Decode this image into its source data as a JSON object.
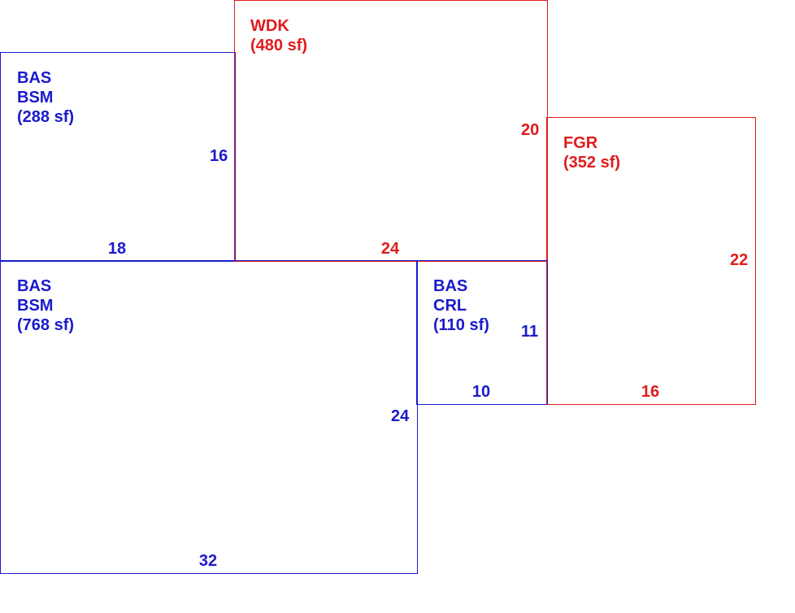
{
  "colors": {
    "living": "#1a1acc",
    "addition": "#e01b1b"
  },
  "areas": {
    "bas_bsm_upper": {
      "codes": [
        "BAS",
        "BSM"
      ],
      "area": "(288 sf)",
      "width": "18",
      "depth": "16",
      "color": "living"
    },
    "wdk": {
      "codes": [
        "WDK"
      ],
      "area": "(480 sf)",
      "width": "24",
      "depth": "20",
      "color": "addition"
    },
    "fgr": {
      "codes": [
        "FGR"
      ],
      "area": "(352 sf)",
      "width": "16",
      "depth": "22",
      "color": "addition"
    },
    "bas_bsm_lower": {
      "codes": [
        "BAS",
        "BSM"
      ],
      "area": "(768 sf)",
      "width": "32",
      "depth": "24",
      "color": "living"
    },
    "bas_crl": {
      "codes": [
        "BAS",
        "CRL"
      ],
      "area": "(110 sf)",
      "width": "10",
      "depth": "11",
      "color": "living"
    }
  }
}
